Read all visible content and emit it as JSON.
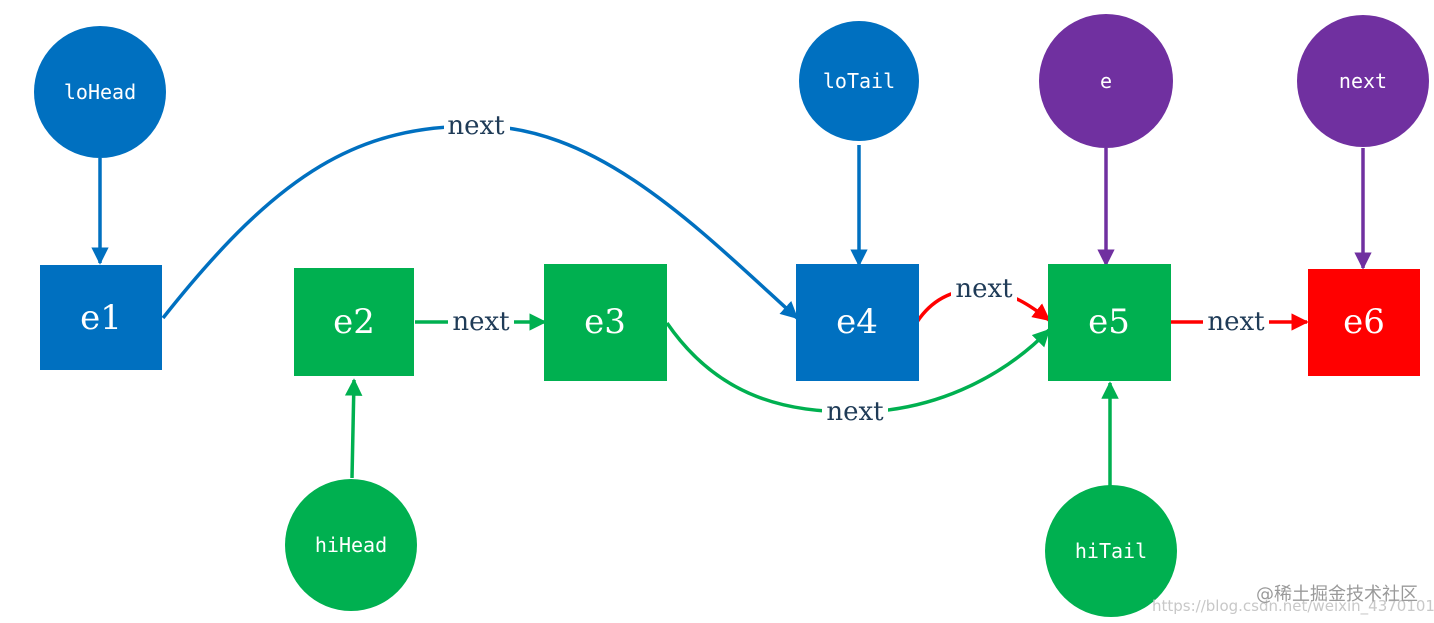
{
  "colors": {
    "blue": "#0070c0",
    "green": "#00b050",
    "purple": "#7030a0",
    "red": "#ff0000",
    "label": "#1f3b57"
  },
  "nodes": {
    "e1": "e1",
    "e2": "e2",
    "e3": "e3",
    "e4": "e4",
    "e5": "e5",
    "e6": "e6"
  },
  "pointers": {
    "loHead": "loHead",
    "loTail": "loTail",
    "e": "e",
    "next": "next",
    "hiHead": "hiHead",
    "hiTail": "hiTail"
  },
  "edge_labels": {
    "e1_e4": "next",
    "e2_e3": "next",
    "e3_e5": "next",
    "e4_e5": "next",
    "e5_e6": "next"
  },
  "watermark": {
    "url": "https://blog.csdn.net/weixin_43701015",
    "brand": "@稀土掘金技术社区"
  }
}
